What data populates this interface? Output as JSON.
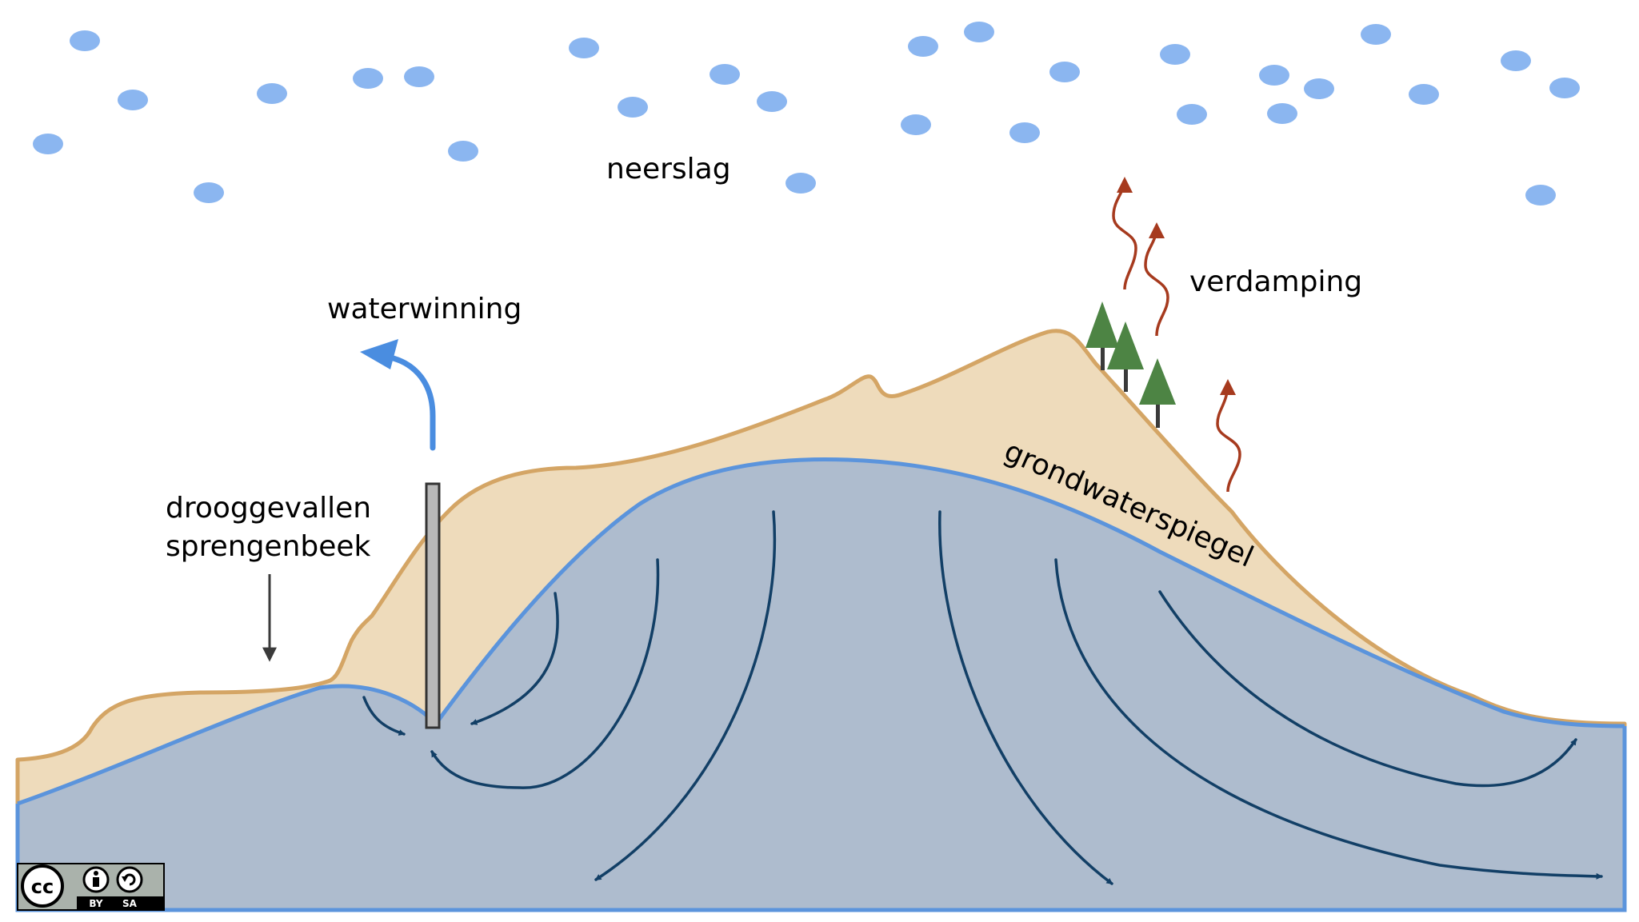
{
  "labels": {
    "neerslag": "neerslag",
    "verdamping": "verdamping",
    "waterwinning": "waterwinning",
    "dry_stream_line1": "drooggevallen",
    "dry_stream_line2": "sprengenbeek",
    "water_table": "grondwaterspiegel"
  },
  "license_badge": {
    "cc": "cc",
    "by": "BY",
    "sa": "SA"
  },
  "colors": {
    "sand": "#EEDBBB",
    "sand_edge": "#D4A565",
    "groundwater": "#AEBCCE",
    "water_table_line": "#5B94DC",
    "raindrop": "#8BB6F0",
    "flow_arrow": "#123F66",
    "evaporation": "#A63A1E",
    "tree": "#4D8444",
    "well": "#B8B8B8",
    "extraction_arrow": "#4A8DE0"
  },
  "icons": [
    "raindrop-icon",
    "tree-icon",
    "evaporation-arrow-icon",
    "well-icon",
    "cc-icon",
    "by-icon",
    "sa-icon"
  ]
}
